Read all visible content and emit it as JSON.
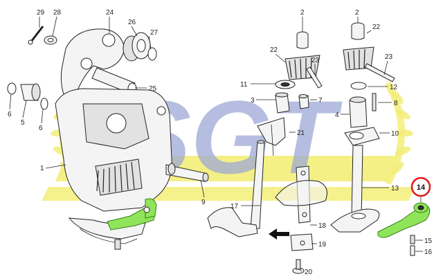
{
  "colors": {
    "watermark_yellow": "#f3ee79",
    "watermark_blue": "#9da8d6",
    "highlight_green": "#8fe45a",
    "callout_red": "#e01b1b",
    "line": "#222222"
  },
  "watermark": {
    "text": "SGT"
  },
  "labels": {
    "p1": "1",
    "p2a": "2",
    "p2b": "2",
    "p3": "3",
    "p4": "4",
    "p5": "5",
    "p6a": "6",
    "p6b": "6",
    "p7": "7",
    "p8": "8",
    "p9": "9",
    "p10": "10",
    "p11": "11",
    "p12": "12",
    "p13": "13",
    "p14": "14",
    "p15": "15",
    "p16": "16",
    "p17": "17",
    "p18": "18",
    "p19": "19",
    "p20": "20",
    "p21": "21",
    "p22a": "22",
    "p22b": "22",
    "p23a": "23",
    "p23b": "23",
    "p24": "24",
    "p25": "25",
    "p26": "26",
    "p27": "27",
    "p28": "28",
    "p29": "29"
  },
  "arrow": {
    "direction": "left"
  }
}
